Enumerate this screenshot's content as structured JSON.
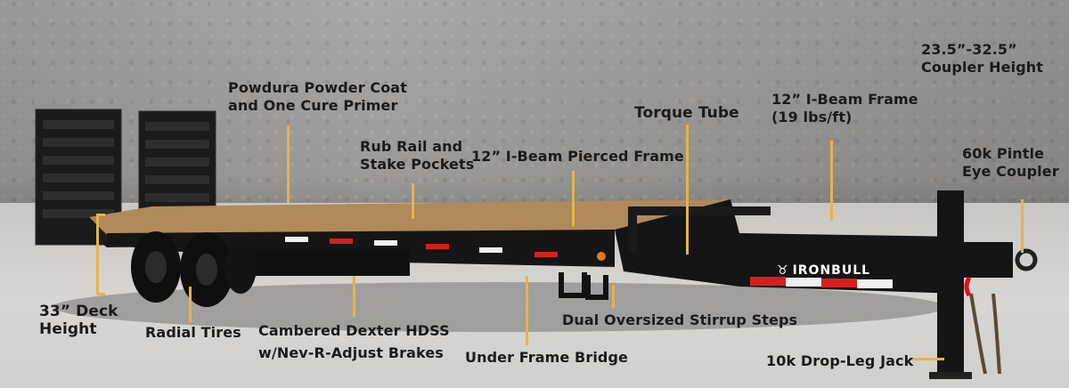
{
  "brand": {
    "name": "IRONBULL",
    "emblem_icon": "bull-icon"
  },
  "callouts": {
    "coupler_height": [
      "23.5”-32.5”",
      "Coupler Height"
    ],
    "powder_coat": [
      "Powdura Powder Coat",
      "and One Cure Primer"
    ],
    "rub_rail": [
      "Rub Rail and",
      "Stake Pockets"
    ],
    "ibeam_pierced": [
      "12” I-Beam Pierced Frame"
    ],
    "torque_tube": [
      "Torque Tube"
    ],
    "ibeam_frame": [
      "12” I-Beam Frame",
      "(19 lbs/ft)"
    ],
    "pintle": [
      "60k Pintle",
      "Eye Coupler"
    ],
    "deck_height": [
      "33” Deck",
      "Height"
    ],
    "radial_tires": [
      "Radial Tires"
    ],
    "cambered_axles": [
      "Cambered Dexter HDSS",
      "w/Nev-R-Adjust Brakes"
    ],
    "under_frame": [
      "Under Frame Bridge"
    ],
    "stirrup_steps": [
      "Dual Oversized Stirrup Steps"
    ],
    "drop_leg_jack": [
      "10k Drop-Leg Jack"
    ]
  },
  "colors": {
    "leader_line": "#e4b44a",
    "trailer_frame": "#1a1a1a",
    "deck_wood": "#b08a5a",
    "reflector_red": "#d62020",
    "reflector_white": "#f0f0f0",
    "label_text": "#1b1b1b"
  }
}
